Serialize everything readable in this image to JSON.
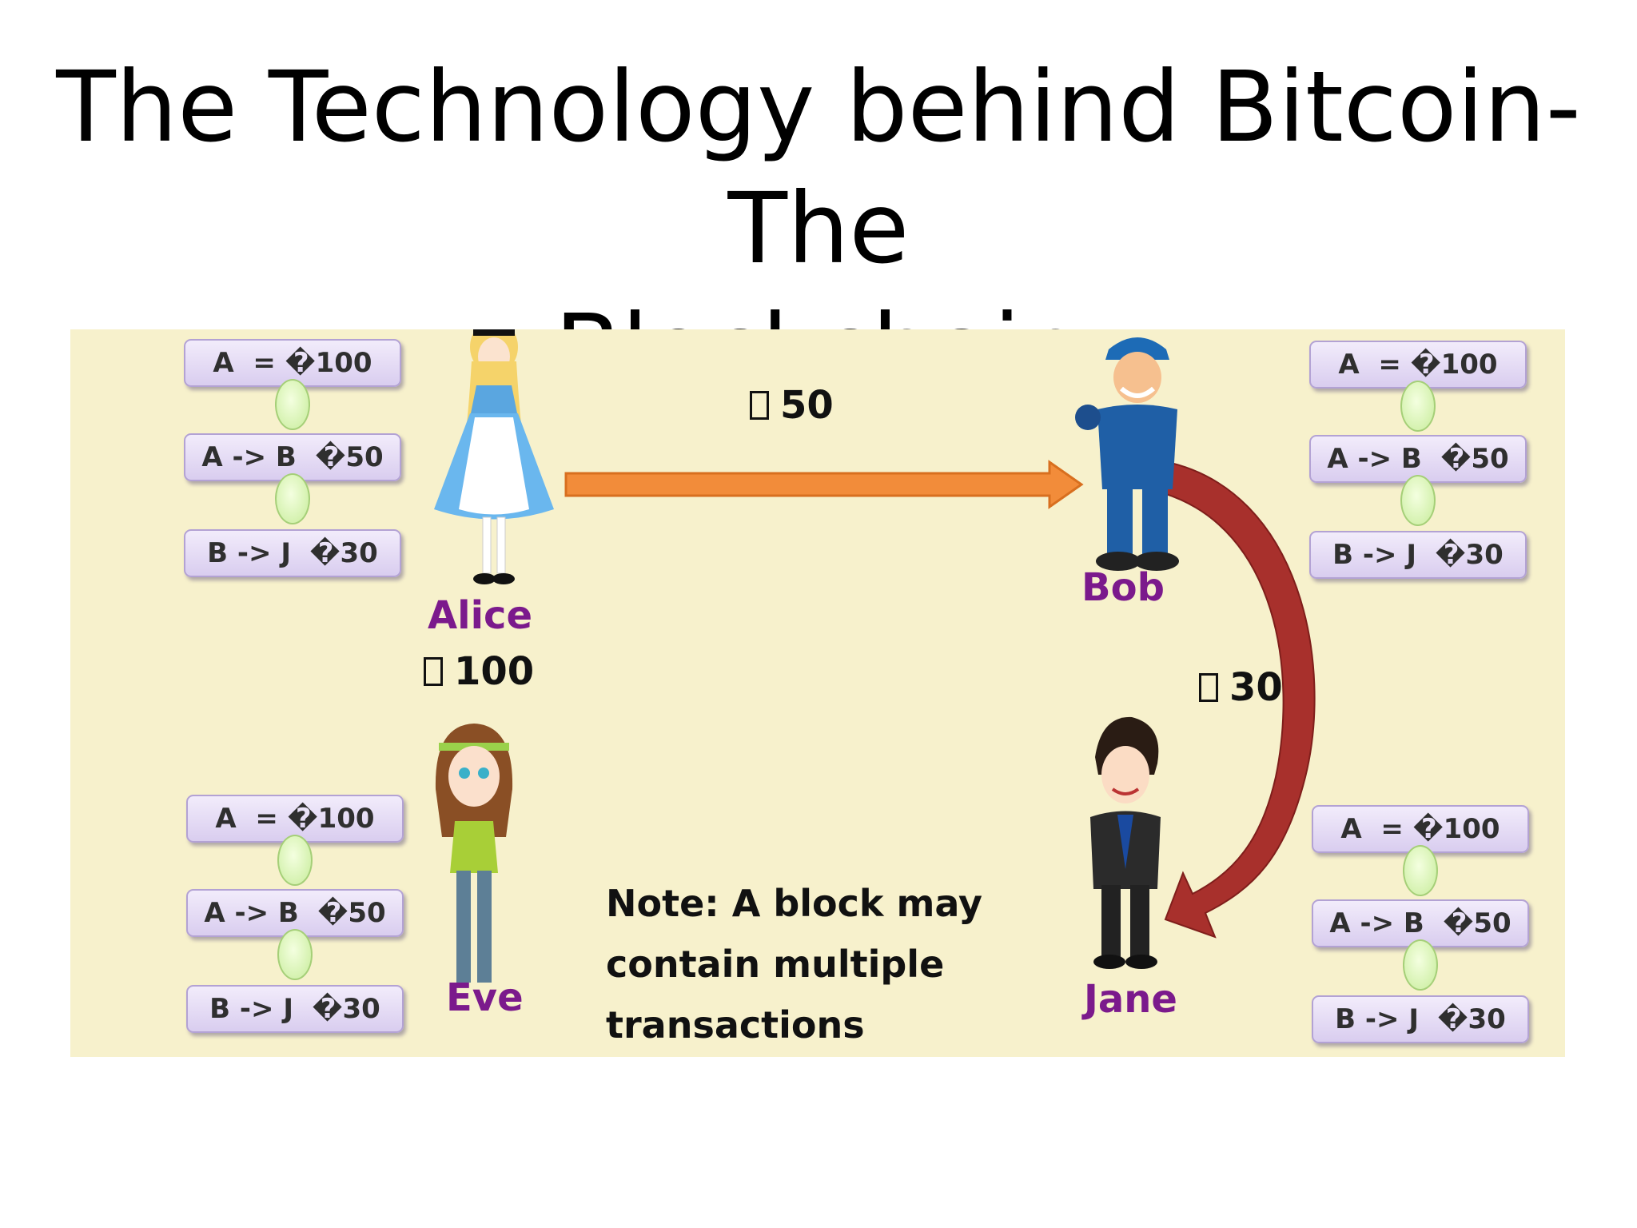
{
  "slide": {
    "title_lines": [
      "The Technology behind Bitcoin-The",
      "Blockchain"
    ]
  },
  "diagram": {
    "ledger_entries": [
      "A  = �100",
      "A -> B  �50",
      "B -> J  �30"
    ],
    "people": {
      "alice": {
        "name": "Alice",
        "balance": "100"
      },
      "bob": {
        "name": "Bob"
      },
      "eve": {
        "name": "Eve"
      },
      "jane": {
        "name": "Jane"
      }
    },
    "transfers": {
      "alice_to_bob": "50",
      "bob_to_jane": "30"
    },
    "note_lines": [
      "Note: A block may",
      "contain multiple",
      "transactions"
    ],
    "colors": {
      "background": "#f7f1cc",
      "orange_arrow": "#f28c3a",
      "red_arrow": "#a8302c",
      "name_purple": "#7b1a8c",
      "ledger_box": "#e5dcf5",
      "ledger_link": "#d7f3b4"
    }
  }
}
